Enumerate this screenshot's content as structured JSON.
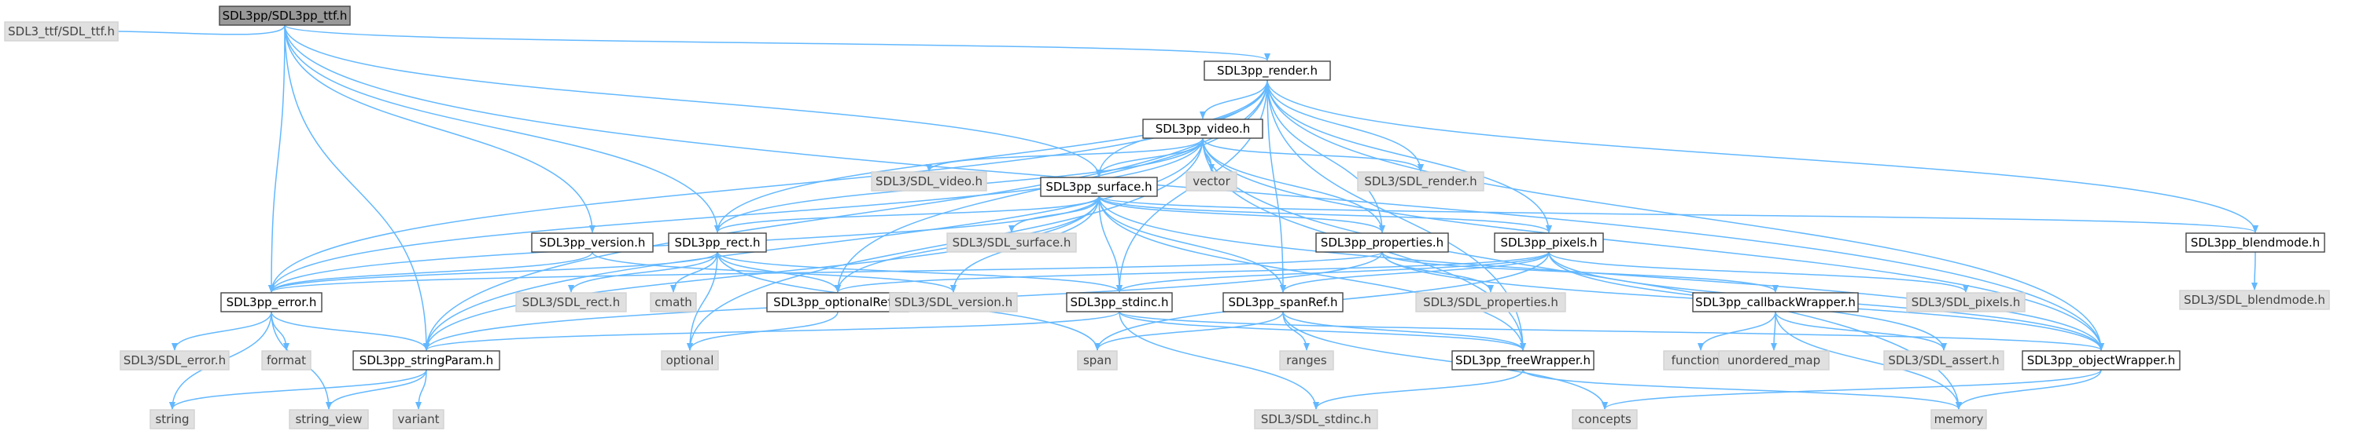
{
  "diagram": {
    "colors": {
      "edge": "#63b8ff",
      "root_fill": "#999999",
      "local_fill": "#ffffff",
      "system_fill": "#e0e0e0",
      "border": "#444444",
      "system_text": "#444444",
      "local_text": "#000000"
    },
    "nodes": [
      {
        "id": "ttf",
        "label": "SDL3pp/SDL3pp_ttf.h",
        "kind": "root"
      },
      {
        "id": "sdl_ttf",
        "label": "SDL3_ttf/SDL_ttf.h",
        "kind": "system"
      },
      {
        "id": "render",
        "label": "SDL3pp_render.h",
        "kind": "local"
      },
      {
        "id": "video",
        "label": "SDL3pp_video.h",
        "kind": "local"
      },
      {
        "id": "sdl_video",
        "label": "SDL3/SDL_video.h",
        "kind": "system"
      },
      {
        "id": "surface",
        "label": "SDL3pp_surface.h",
        "kind": "local"
      },
      {
        "id": "vector",
        "label": "vector",
        "kind": "system"
      },
      {
        "id": "sdl_render",
        "label": "SDL3/SDL_render.h",
        "kind": "system"
      },
      {
        "id": "version",
        "label": "SDL3pp_version.h",
        "kind": "local"
      },
      {
        "id": "rect",
        "label": "SDL3pp_rect.h",
        "kind": "local"
      },
      {
        "id": "sdl_surface",
        "label": "SDL3/SDL_surface.h",
        "kind": "system"
      },
      {
        "id": "properties",
        "label": "SDL3pp_properties.h",
        "kind": "local"
      },
      {
        "id": "pixels",
        "label": "SDL3pp_pixels.h",
        "kind": "local"
      },
      {
        "id": "blendmode",
        "label": "SDL3pp_blendmode.h",
        "kind": "local"
      },
      {
        "id": "sdl_blendmode",
        "label": "SDL3/SDL_blendmode.h",
        "kind": "system"
      },
      {
        "id": "error",
        "label": "SDL3pp_error.h",
        "kind": "local"
      },
      {
        "id": "sdl_rect",
        "label": "SDL3/SDL_rect.h",
        "kind": "system"
      },
      {
        "id": "cmath",
        "label": "cmath",
        "kind": "system"
      },
      {
        "id": "optionalref",
        "label": "SDL3pp_optionalRef.h",
        "kind": "local"
      },
      {
        "id": "sdl_version",
        "label": "SDL3/SDL_version.h",
        "kind": "system"
      },
      {
        "id": "stdinc",
        "label": "SDL3pp_stdinc.h",
        "kind": "local"
      },
      {
        "id": "spanref",
        "label": "SDL3pp_spanRef.h",
        "kind": "local"
      },
      {
        "id": "sdl_properties",
        "label": "SDL3/SDL_properties.h",
        "kind": "system"
      },
      {
        "id": "callbackwrapper",
        "label": "SDL3pp_callbackWrapper.h",
        "kind": "local"
      },
      {
        "id": "sdl_pixels",
        "label": "SDL3/SDL_pixels.h",
        "kind": "system"
      },
      {
        "id": "sdl_error",
        "label": "SDL3/SDL_error.h",
        "kind": "system"
      },
      {
        "id": "format",
        "label": "format",
        "kind": "system"
      },
      {
        "id": "stringparam",
        "label": "SDL3pp_stringParam.h",
        "kind": "local"
      },
      {
        "id": "optional",
        "label": "optional",
        "kind": "system"
      },
      {
        "id": "span",
        "label": "span",
        "kind": "system"
      },
      {
        "id": "ranges",
        "label": "ranges",
        "kind": "system"
      },
      {
        "id": "freewrapper",
        "label": "SDL3pp_freeWrapper.h",
        "kind": "local"
      },
      {
        "id": "functional",
        "label": "functional",
        "kind": "system"
      },
      {
        "id": "unordered_map",
        "label": "unordered_map",
        "kind": "system"
      },
      {
        "id": "sdl_assert",
        "label": "SDL3/SDL_assert.h",
        "kind": "system"
      },
      {
        "id": "objectwrapper",
        "label": "SDL3pp_objectWrapper.h",
        "kind": "local"
      },
      {
        "id": "string",
        "label": "string",
        "kind": "system"
      },
      {
        "id": "string_view",
        "label": "string_view",
        "kind": "system"
      },
      {
        "id": "variant",
        "label": "variant",
        "kind": "system"
      },
      {
        "id": "sdl_stdinc",
        "label": "SDL3/SDL_stdinc.h",
        "kind": "system"
      },
      {
        "id": "concepts",
        "label": "concepts",
        "kind": "system"
      },
      {
        "id": "memory",
        "label": "memory",
        "kind": "system"
      }
    ],
    "edges": [
      [
        "ttf",
        "sdl_ttf"
      ],
      [
        "ttf",
        "render"
      ],
      [
        "ttf",
        "version"
      ],
      [
        "ttf",
        "error"
      ],
      [
        "ttf",
        "stringparam"
      ],
      [
        "ttf",
        "rect"
      ],
      [
        "ttf",
        "surface"
      ],
      [
        "ttf",
        "objectwrapper"
      ],
      [
        "render",
        "video"
      ],
      [
        "render",
        "surface"
      ],
      [
        "render",
        "rect"
      ],
      [
        "render",
        "error"
      ],
      [
        "render",
        "stringparam"
      ],
      [
        "render",
        "sdl_render"
      ],
      [
        "render",
        "properties"
      ],
      [
        "render",
        "pixels"
      ],
      [
        "render",
        "blendmode"
      ],
      [
        "render",
        "optionalref"
      ],
      [
        "render",
        "freewrapper"
      ],
      [
        "render",
        "objectwrapper"
      ],
      [
        "render",
        "stdinc"
      ],
      [
        "render",
        "spanref"
      ],
      [
        "video",
        "sdl_video"
      ],
      [
        "video",
        "surface"
      ],
      [
        "video",
        "vector"
      ],
      [
        "video",
        "sdl_render"
      ],
      [
        "video",
        "rect"
      ],
      [
        "video",
        "error"
      ],
      [
        "video",
        "stringparam"
      ],
      [
        "video",
        "properties"
      ],
      [
        "video",
        "optional"
      ],
      [
        "video",
        "memory"
      ],
      [
        "video",
        "freewrapper"
      ],
      [
        "video",
        "objectwrapper"
      ],
      [
        "surface",
        "sdl_surface"
      ],
      [
        "surface",
        "rect"
      ],
      [
        "surface",
        "properties"
      ],
      [
        "surface",
        "pixels"
      ],
      [
        "surface",
        "blendmode"
      ],
      [
        "surface",
        "error"
      ],
      [
        "surface",
        "stdinc"
      ],
      [
        "surface",
        "optionalref"
      ],
      [
        "surface",
        "spanref"
      ],
      [
        "surface",
        "sdl_version"
      ],
      [
        "surface",
        "freewrapper"
      ],
      [
        "surface",
        "objectwrapper"
      ],
      [
        "surface",
        "stringparam"
      ],
      [
        "version",
        "error"
      ],
      [
        "version",
        "sdl_version"
      ],
      [
        "rect",
        "error"
      ],
      [
        "rect",
        "sdl_rect"
      ],
      [
        "rect",
        "cmath"
      ],
      [
        "rect",
        "optionalref"
      ],
      [
        "rect",
        "optional"
      ],
      [
        "rect",
        "span"
      ],
      [
        "rect",
        "stdinc"
      ],
      [
        "properties",
        "sdl_properties"
      ],
      [
        "properties",
        "callbackwrapper"
      ],
      [
        "properties",
        "error"
      ],
      [
        "properties",
        "stringparam"
      ],
      [
        "properties",
        "objectwrapper"
      ],
      [
        "pixels",
        "sdl_pixels"
      ],
      [
        "pixels",
        "stdinc"
      ],
      [
        "pixels",
        "spanref"
      ],
      [
        "pixels",
        "span"
      ],
      [
        "pixels",
        "sdl_assert"
      ],
      [
        "pixels",
        "objectwrapper"
      ],
      [
        "pixels",
        "optionalref"
      ],
      [
        "blendmode",
        "sdl_blendmode"
      ],
      [
        "error",
        "sdl_error"
      ],
      [
        "error",
        "format"
      ],
      [
        "error",
        "stringparam"
      ],
      [
        "error",
        "string"
      ],
      [
        "error",
        "string_view"
      ],
      [
        "optionalref",
        "optional"
      ],
      [
        "stdinc",
        "sdl_stdinc"
      ],
      [
        "stdinc",
        "stringparam"
      ],
      [
        "stdinc",
        "freewrapper"
      ],
      [
        "stdinc",
        "objectwrapper"
      ],
      [
        "spanref",
        "span"
      ],
      [
        "spanref",
        "ranges"
      ],
      [
        "spanref",
        "concepts"
      ],
      [
        "spanref",
        "freewrapper"
      ],
      [
        "callbackwrapper",
        "functional"
      ],
      [
        "callbackwrapper",
        "unordered_map"
      ],
      [
        "callbackwrapper",
        "sdl_assert"
      ],
      [
        "callbackwrapper",
        "memory"
      ],
      [
        "stringparam",
        "string"
      ],
      [
        "stringparam",
        "string_view"
      ],
      [
        "stringparam",
        "variant"
      ],
      [
        "freewrapper",
        "sdl_stdinc"
      ],
      [
        "freewrapper",
        "memory"
      ],
      [
        "objectwrapper",
        "concepts"
      ],
      [
        "objectwrapper",
        "memory"
      ]
    ]
  }
}
